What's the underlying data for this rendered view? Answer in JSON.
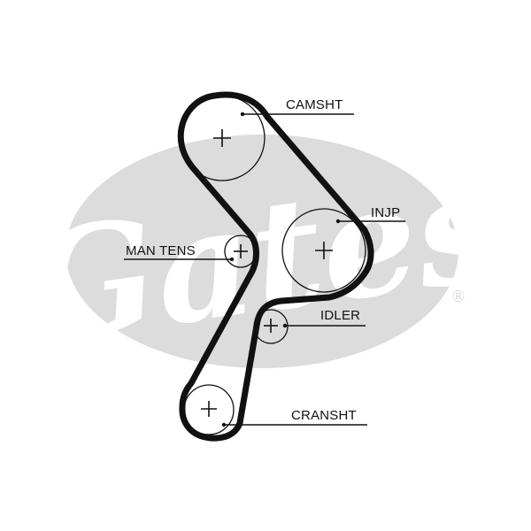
{
  "labels": {
    "camsht": "CAMSHT",
    "injp": "INJP",
    "mantens": "MAN TENS",
    "idler": "IDLER",
    "cransht": "CRANSHT"
  },
  "watermark": {
    "brand": "Gates",
    "registered_mark": "®"
  },
  "colors": {
    "watermark": "#dcdcdc",
    "ink": "#111111",
    "background": "#ffffff"
  }
}
